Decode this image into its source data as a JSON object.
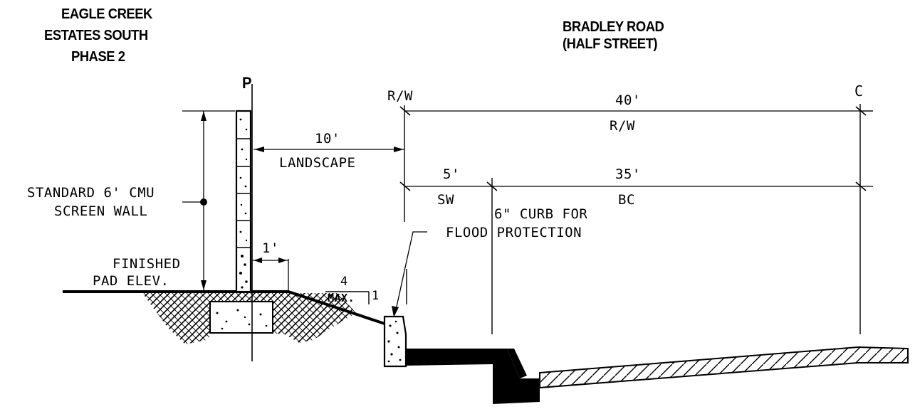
{
  "titles": {
    "left_line1": "EAGLE CREEK",
    "left_line2": "ESTATES SOUTH",
    "left_line3": "PHASE 2",
    "right_line1": "BRADLEY ROAD",
    "right_line2": "(HALF STREET)"
  },
  "markers": {
    "property_line": "P",
    "right_of_way": "R/W",
    "centerline": "C"
  },
  "dimensions": {
    "row_width": "40'",
    "row_label": "R/W",
    "landscape_width": "10'",
    "landscape_label": "LANDSCAPE",
    "sidewalk_width": "5'",
    "sidewalk_label": "SW",
    "bc_width": "35'",
    "bc_label": "BC",
    "offset_width": "1'"
  },
  "callouts": {
    "wall_line1": "STANDARD 6' CMU",
    "wall_line2": "SCREEN WALL",
    "pad_line1": "FINISHED",
    "pad_line2": "PAD ELEV.",
    "curb_line1": "6\" CURB FOR",
    "curb_line2": "FLOOD PROTECTION"
  },
  "slope": {
    "rise": "4",
    "max_label": "MAX.",
    "run": "1"
  }
}
